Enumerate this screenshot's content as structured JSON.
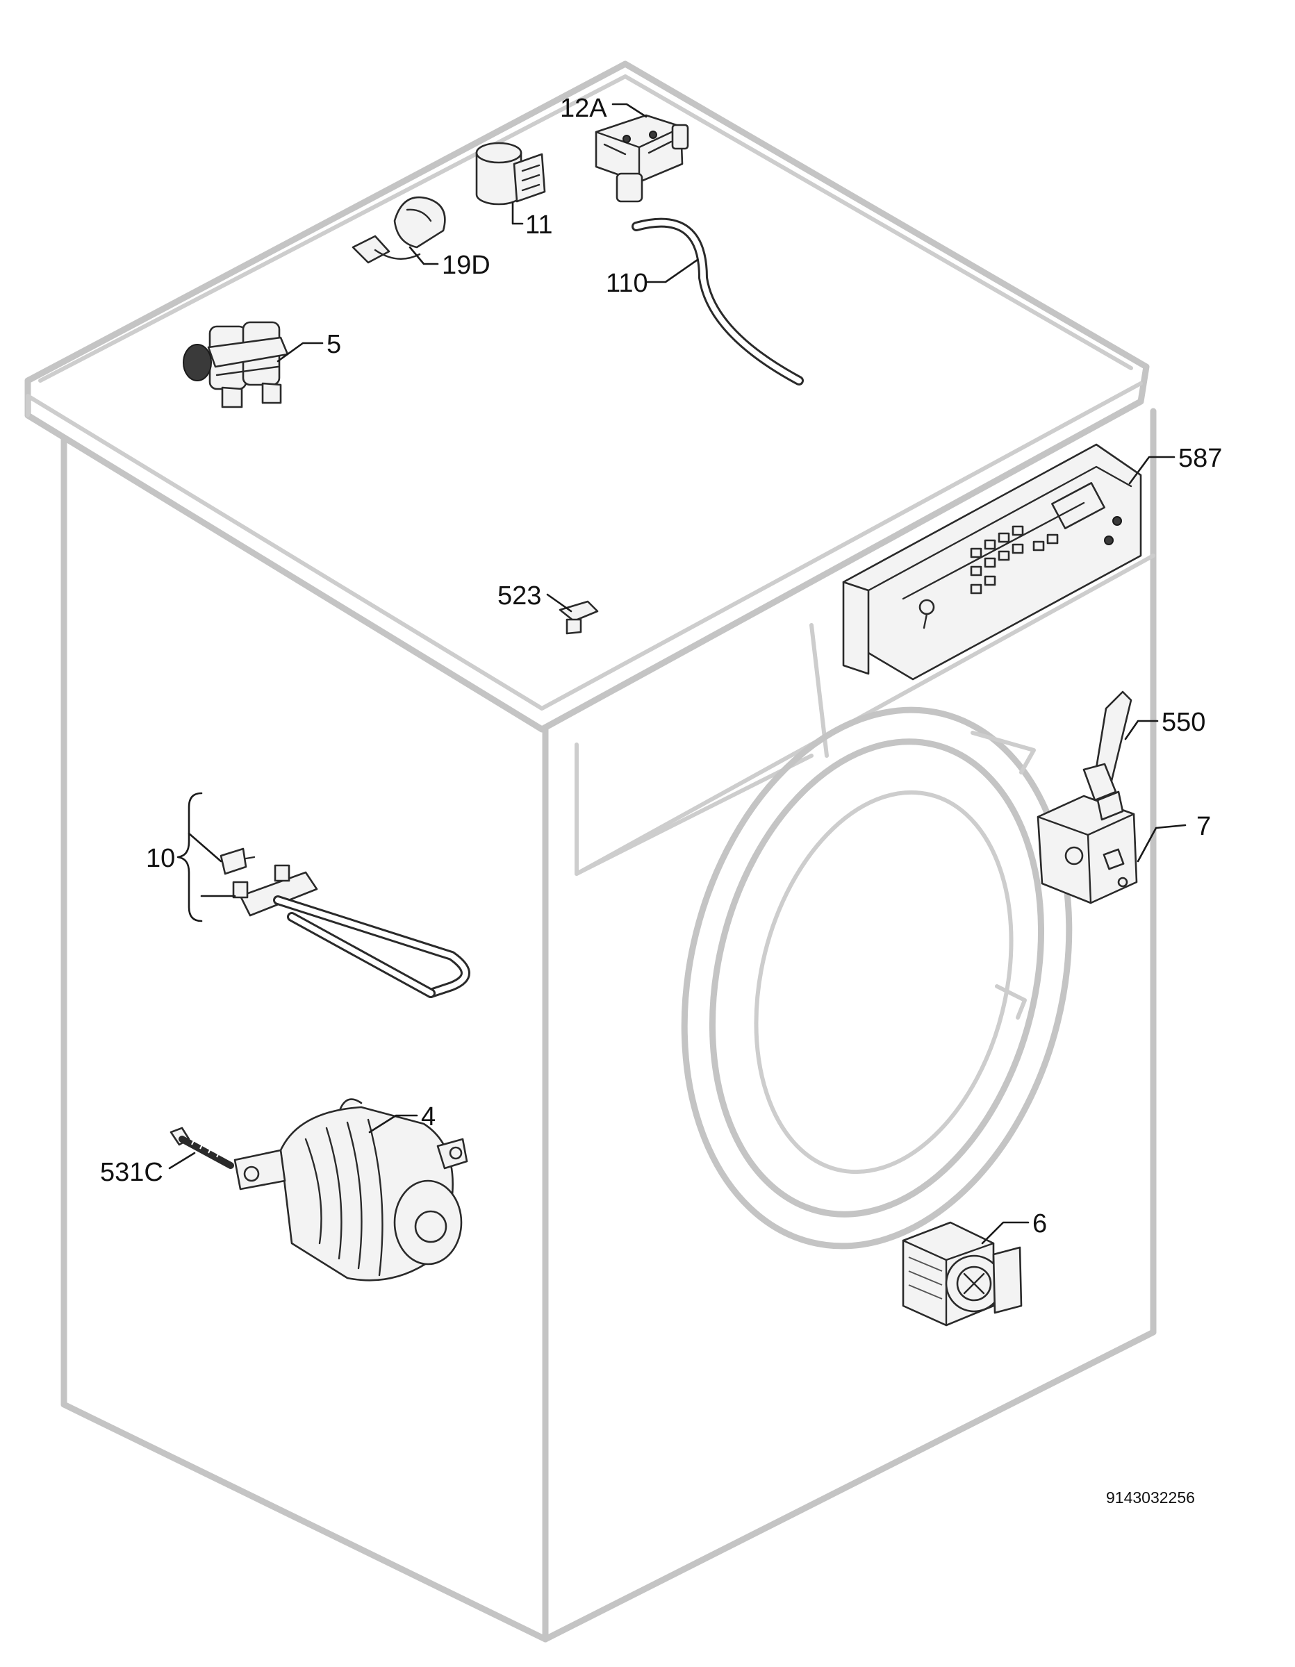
{
  "diagram": {
    "document_number": "9143032256",
    "parts": [
      {
        "ref": "12A",
        "label": "12A",
        "icon": "pressure-switch-icon"
      },
      {
        "ref": "11",
        "label": "11",
        "icon": "capacitor-icon"
      },
      {
        "ref": "19D",
        "label": "19D",
        "icon": "suppressor-clip-icon"
      },
      {
        "ref": "110",
        "label": "110",
        "icon": "hose-icon"
      },
      {
        "ref": "5",
        "label": "5",
        "icon": "inlet-valve-icon"
      },
      {
        "ref": "587",
        "label": "587",
        "icon": "control-board-icon"
      },
      {
        "ref": "523",
        "label": "523",
        "icon": "clip-icon"
      },
      {
        "ref": "550",
        "label": "550",
        "icon": "door-handle-icon"
      },
      {
        "ref": "7",
        "label": "7",
        "icon": "door-lock-icon"
      },
      {
        "ref": "10",
        "label": "10",
        "icon": "heating-element-icon"
      },
      {
        "ref": "4",
        "label": "4",
        "icon": "motor-icon"
      },
      {
        "ref": "531C",
        "label": "531C",
        "icon": "screw-icon"
      },
      {
        "ref": "6",
        "label": "6",
        "icon": "drain-pump-icon"
      }
    ]
  }
}
